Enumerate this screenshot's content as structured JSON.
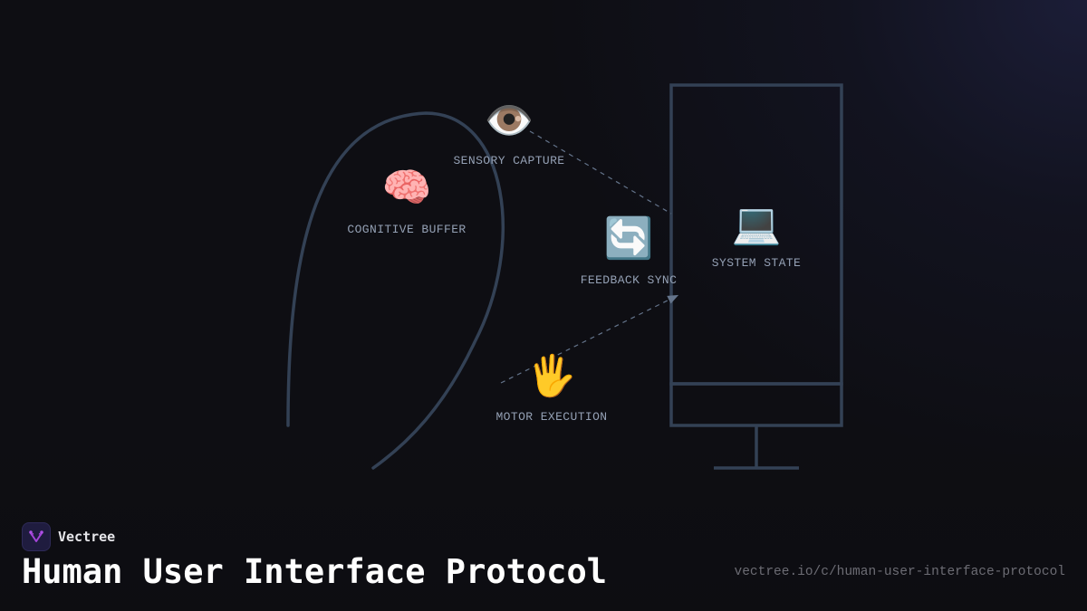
{
  "diagram": {
    "nodes": [
      {
        "id": "sensory",
        "icon": "👁️",
        "icon_name": "eye-icon",
        "label": "SENSORY CAPTURE"
      },
      {
        "id": "cognitive",
        "icon": "🧠",
        "icon_name": "brain-icon",
        "label": "COGNITIVE BUFFER"
      },
      {
        "id": "feedback",
        "icon": "🔄",
        "icon_name": "sync-arrows-icon",
        "label": "FEEDBACK SYNC"
      },
      {
        "id": "system",
        "icon": "💻",
        "icon_name": "laptop-icon",
        "label": "SYSTEM STATE"
      },
      {
        "id": "motor",
        "icon": "🖐️",
        "icon_name": "raised-hand-icon",
        "label": "MOTOR EXECUTION"
      }
    ],
    "colors": {
      "outline": "#334155",
      "connector": "#64748b",
      "label": "#94a0b4",
      "background": "#0e0e13"
    }
  },
  "footer": {
    "brand_name": "Vectree",
    "title": "Human User Interface Protocol",
    "url": "vectree.io/c/human-user-interface-protocol"
  }
}
